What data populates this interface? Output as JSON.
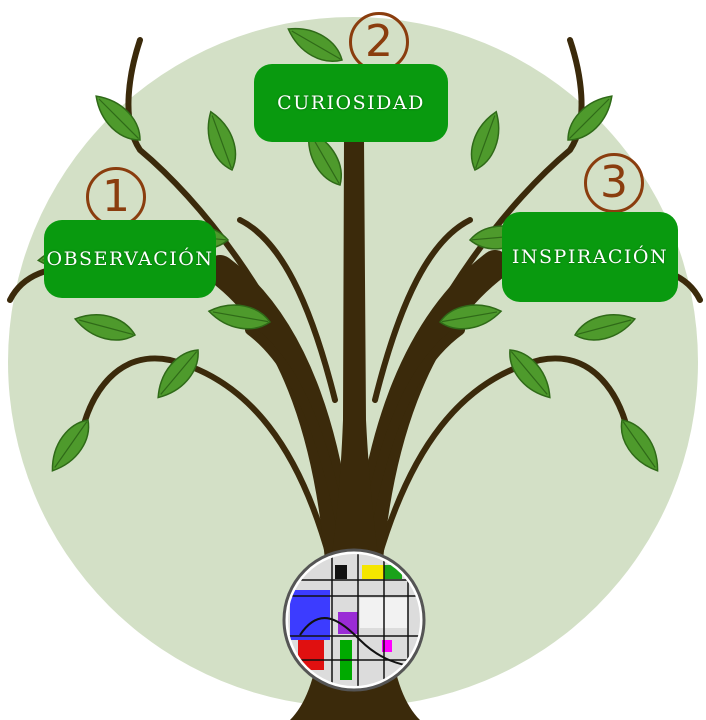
{
  "colors": {
    "background_circle": "#d3e0c6",
    "trunk": "#3b2a0b",
    "leaf": "#4e9a2c",
    "box": "#099a0f",
    "box_text": "#ffffff",
    "number": "#8a3d0e"
  },
  "steps": [
    {
      "number": "1",
      "label": "OBSERVACIÓN"
    },
    {
      "number": "2",
      "label": "CURIOSIDAD"
    },
    {
      "number": "3",
      "label": "INSPIRACIÓN"
    }
  ],
  "emblem": {
    "icon": "abstract-geometric-logo-icon"
  }
}
